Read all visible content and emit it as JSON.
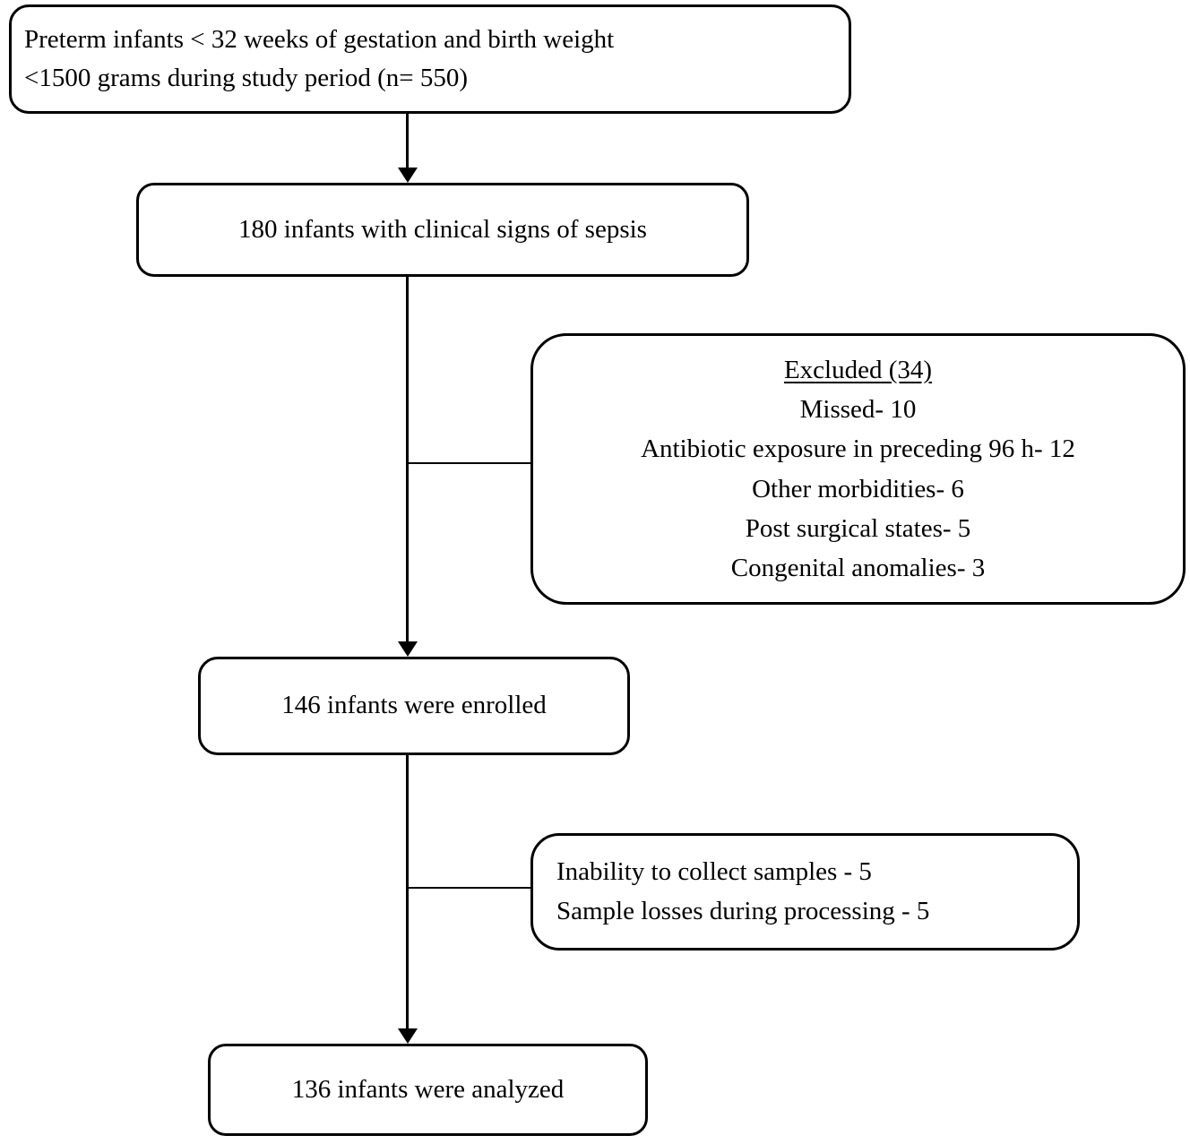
{
  "figure": {
    "colors": {
      "background": "#ffffff",
      "border": "#000000",
      "text": "#000000"
    },
    "boxes": {
      "eligible": {
        "line1": "Preterm infants < 32 weeks of gestation and birth weight",
        "line2": "<1500 grams during study period (n= 550)"
      },
      "sepsis": {
        "text": "180 infants with clinical signs of sepsis"
      },
      "excluded": {
        "title": "Excluded (34)",
        "items": [
          "Missed- 10",
          "Antibiotic exposure in preceding 96 h- 12",
          "Other morbidities- 6",
          "Post surgical states- 5",
          "Congenital anomalies- 3"
        ]
      },
      "enrolled": {
        "text": "146 infants were enrolled"
      },
      "losses": {
        "items": [
          "Inability to collect samples - 5",
          "Sample losses during processing - 5"
        ]
      },
      "analyzed": {
        "text": "136 infants were analyzed"
      }
    }
  }
}
